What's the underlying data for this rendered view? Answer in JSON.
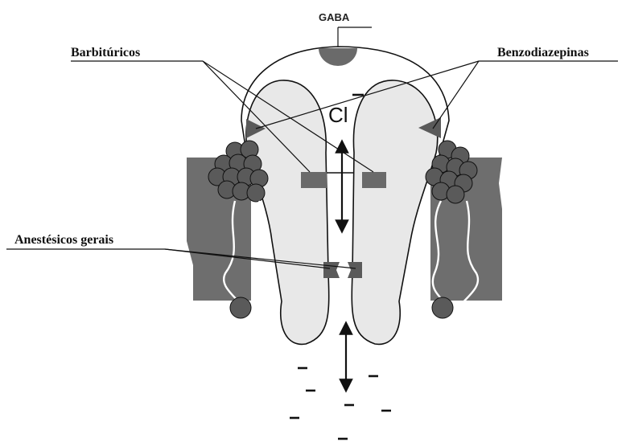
{
  "labels": {
    "gaba": "GABA",
    "barbituricos": "Barbitúricos",
    "benzodiazepinas": "Benzodiazepinas",
    "anestesicos": "Anestésicos gerais",
    "ion": "Cl"
  },
  "colors": {
    "membrane": "#6e6e6e",
    "subunit_fill": "#e8e8e8",
    "sphere": "#5a5a5a",
    "site": "#6a6a6a",
    "line": "#111111"
  },
  "icons": {
    "ion_flow_arrow": "double-headed-arrow",
    "ion_dash": "minus-sign"
  }
}
